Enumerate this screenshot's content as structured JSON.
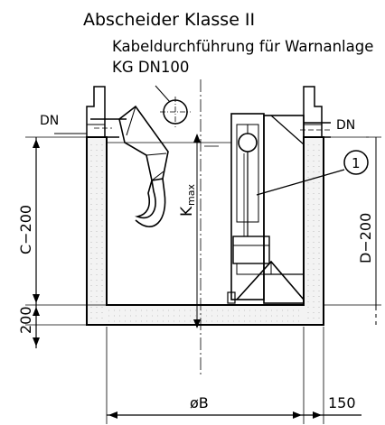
{
  "title": "Abscheider Klasse II",
  "subtitle_line1": "Kabeldurchführung für Warnanlage",
  "subtitle_line2": "KG DN100",
  "labels": {
    "dn_left": "DN",
    "dn_right": "DN",
    "kmax_k": "K",
    "kmax_sub": "max",
    "c_200": "C−200",
    "d_200": "D−200",
    "dim_200": "200",
    "diameter_b": "øB",
    "dim_150": "150",
    "callout_1": "1"
  }
}
